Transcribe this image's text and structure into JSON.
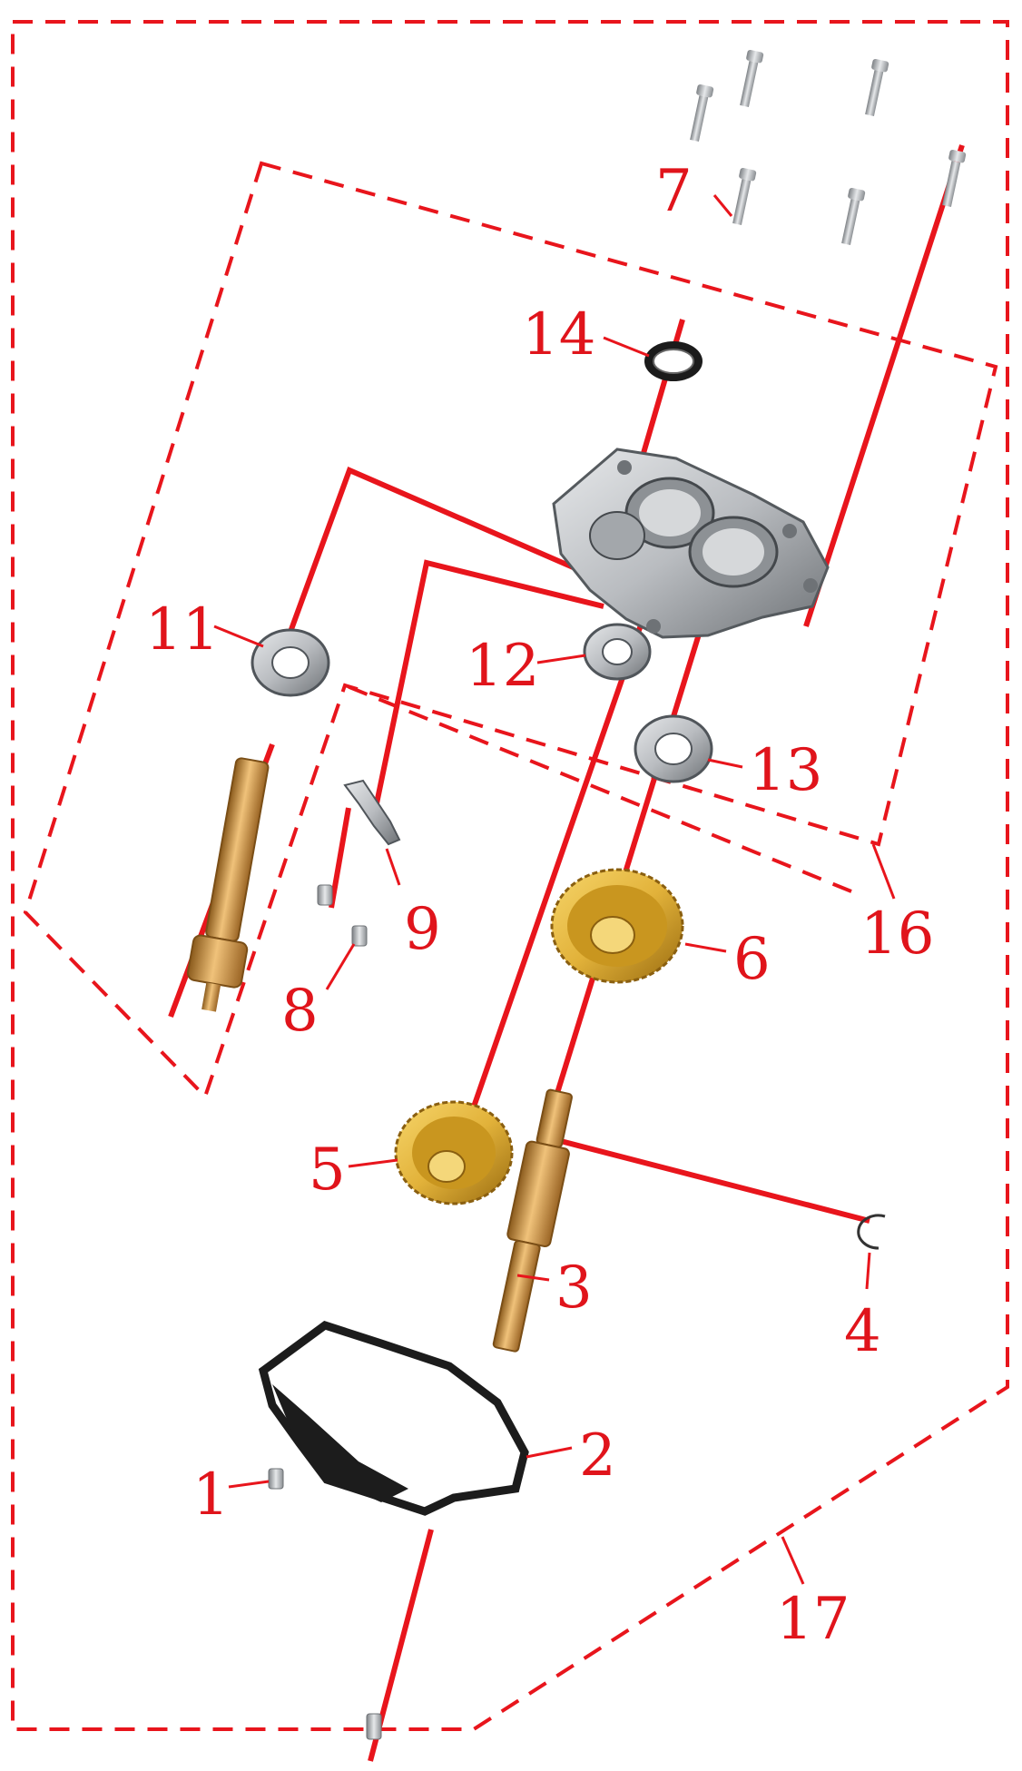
{
  "diagram": {
    "type": "exploded-parts-diagram",
    "colors": {
      "callout": "#e0141b",
      "leader": "#e8151c",
      "housing": "#b9bcc0",
      "bearing": "#a9adb2",
      "gear": "#e2b23a",
      "shaft": "#d19a42",
      "gasket": "#1c1c1c"
    },
    "callouts": {
      "c1": "1",
      "c2": "2",
      "c3": "3",
      "c4": "4",
      "c5": "5",
      "c6": "6",
      "c7": "7",
      "c8": "8",
      "c9": "9",
      "c11": "11",
      "c12": "12",
      "c13": "13",
      "c14": "14",
      "c16": "16",
      "c17": "17"
    }
  }
}
